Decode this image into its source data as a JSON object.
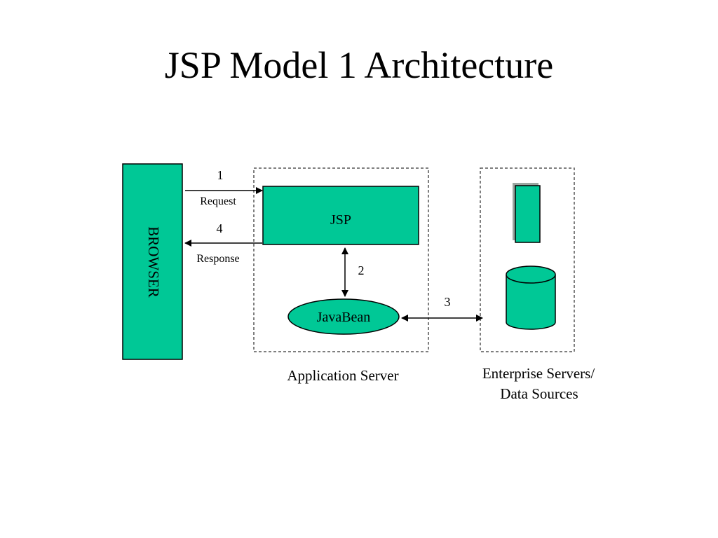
{
  "slide": {
    "title": "JSP Model 1 Architecture"
  },
  "diagram": {
    "browser_label": "BROWSER",
    "jsp_label": "JSP",
    "javabean_label": "JavaBean",
    "app_server_caption": "Application Server",
    "enterprise_caption_line1": "Enterprise Servers/",
    "enterprise_caption_line2": "Data Sources",
    "step1_number": "1",
    "step1_label": "Request",
    "step4_number": "4",
    "step4_label": "Response",
    "step2_number": "2",
    "step3_number": "3"
  },
  "colors": {
    "box_fill": "#00c896",
    "outline": "#000000",
    "dashed_border": "#555555",
    "background": "#ffffff"
  }
}
